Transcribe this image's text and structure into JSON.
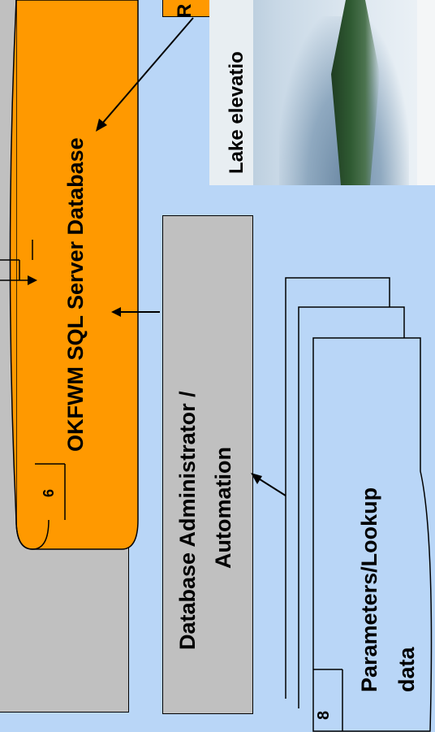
{
  "database": {
    "title": "OKFWM SQL Server Database",
    "number": "6"
  },
  "admin": {
    "line1": "Database Administrator /",
    "line2": "Automation"
  },
  "params": {
    "line1": "Parameters/Lookup",
    "line2": "data",
    "number": "8"
  },
  "photo": {
    "caption": "Lake elevatio"
  },
  "tag": {
    "text": "R"
  },
  "colors": {
    "database": "#ff9900",
    "panel": "#c0c0c0",
    "background": "#b9d6f7"
  }
}
